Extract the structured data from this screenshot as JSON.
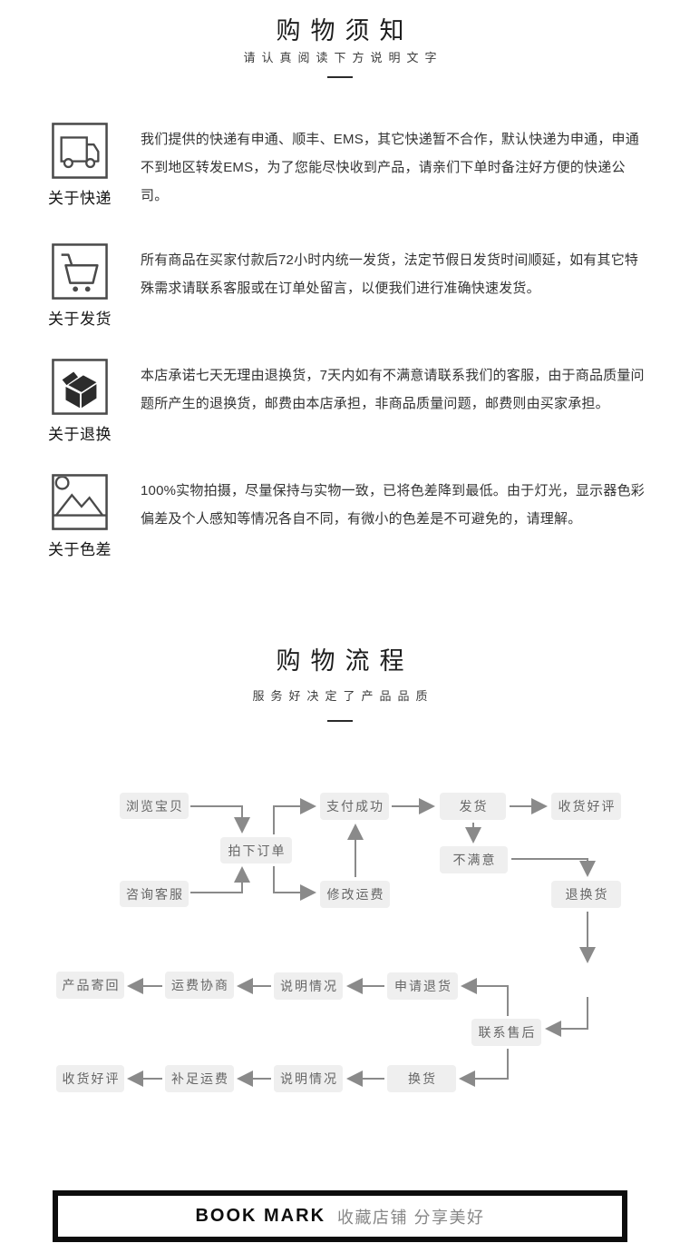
{
  "notice": {
    "title": "购物须知",
    "subtitle": "请认真阅读下方说明文字",
    "sections": [
      {
        "icon": "truck-icon",
        "label": "关于快递",
        "text": "我们提供的快递有申通、顺丰、EMS，其它快递暂不合作，默认快递为申通，申通不到地区转发EMS，为了您能尽快收到产品，请亲们下单时备注好方便的快递公司。"
      },
      {
        "icon": "cart-icon",
        "label": "关于发货",
        "text": "所有商品在买家付款后72小时内统一发货，法定节假日发货时间顺延，如有其它特殊需求请联系客服或在订单处留言，以便我们进行准确快速发货。"
      },
      {
        "icon": "package-icon",
        "label": "关于退换",
        "text": "本店承诺七天无理由退换货，7天内如有不满意请联系我们的客服，由于商品质量问题所产生的退换货，邮费由本店承担，非商品质量问题，邮费则由买家承担。"
      },
      {
        "icon": "picture-icon",
        "label": "关于色差",
        "text": "100%实物拍摄，尽量保持与实物一致，已将色差降到最低。由于灯光，显示器色彩偏差及个人感知等情况各自不同，有微小的色差是不可避免的，请理解。"
      }
    ]
  },
  "process": {
    "title": "购物流程",
    "subtitle": "服务好决定了产品品质",
    "nodes": [
      {
        "id": "browse",
        "label": "浏览宝贝"
      },
      {
        "id": "consult",
        "label": "咨询客服"
      },
      {
        "id": "place-order",
        "label": "拍下订单"
      },
      {
        "id": "pay-success",
        "label": "支付成功"
      },
      {
        "id": "modify-fee",
        "label": "修改运费"
      },
      {
        "id": "ship",
        "label": "发货"
      },
      {
        "id": "unsatisfied",
        "label": "不满意"
      },
      {
        "id": "receive-praise",
        "label": "收货好评"
      },
      {
        "id": "return-exchange",
        "label": "退换货"
      },
      {
        "id": "apply-return",
        "label": "申请退货"
      },
      {
        "id": "explain-1",
        "label": "说明情况"
      },
      {
        "id": "fee-negotiate",
        "label": "运费协商"
      },
      {
        "id": "send-back",
        "label": "产品寄回"
      },
      {
        "id": "contact-aftersales",
        "label": "联系售后"
      },
      {
        "id": "exchange-goods",
        "label": "换货"
      },
      {
        "id": "explain-2",
        "label": "说明情况"
      },
      {
        "id": "makeup-fee",
        "label": "补足运费"
      },
      {
        "id": "receive-praise-2",
        "label": "收货好评"
      }
    ]
  },
  "footer": {
    "brand": "BOOK MARK",
    "slogan": "收藏店铺 分享美好"
  },
  "colors": {
    "heading": "#1d1d1d",
    "body_text": "#333333",
    "icon_stroke": "#4a4a4a",
    "flow_box_bg": "#efefef",
    "flow_box_text": "#666666",
    "arrow": "#8a8a8a",
    "footer_border": "#0d0d0d",
    "footer_slogan": "#878787"
  }
}
